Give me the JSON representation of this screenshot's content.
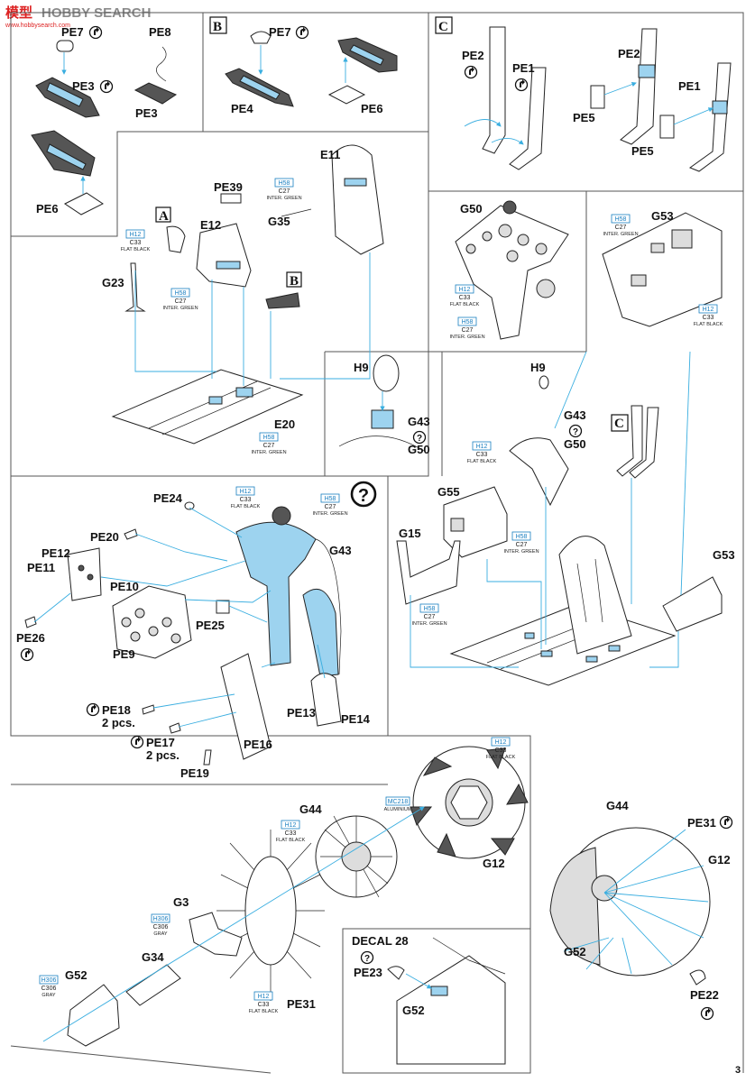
{
  "watermark": {
    "cn": "模型",
    "en": "HOBBY SEARCH",
    "url": "www.hobbysearch.com"
  },
  "page_number": "3",
  "step_markers": {
    "a": "A",
    "b": "B",
    "c": "C",
    "question": "?"
  },
  "part_labels": {
    "pe1": "PE1",
    "pe2": "PE2",
    "pe3": "PE3",
    "pe4": "PE4",
    "pe5": "PE5",
    "pe6": "PE6",
    "pe7": "PE7",
    "pe8": "PE8",
    "pe9": "PE9",
    "pe10": "PE10",
    "pe11": "PE11",
    "pe12": "PE12",
    "pe13": "PE13",
    "pe14": "PE14",
    "pe16": "PE16",
    "pe17": "PE17",
    "pe18": "PE18",
    "pe19": "PE19",
    "pe20": "PE20",
    "pe22": "PE22",
    "pe23": "PE23",
    "pe24": "PE24",
    "pe25": "PE25",
    "pe26": "PE26",
    "pe31": "PE31",
    "pe39": "PE39",
    "e11": "E11",
    "e12": "E12",
    "e20": "E20",
    "g3": "G3",
    "g12": "G12",
    "g15": "G15",
    "g23": "G23",
    "g34": "G34",
    "g35": "G35",
    "g43": "G43",
    "g44": "G44",
    "g50": "G50",
    "g52": "G52",
    "g53": "G53",
    "g55": "G55",
    "h9": "H9",
    "decal28": "DECAL 28",
    "two_pcs": "2 pcs."
  },
  "colors": {
    "h12": {
      "code": "H12",
      "c": "C33",
      "name": "FLAT BLACK"
    },
    "h58": {
      "code": "H58",
      "c": "C27",
      "name": "INTER. GREEN"
    },
    "h306": {
      "code": "H306",
      "c": "C306",
      "name": "GRAY"
    },
    "mc218": {
      "code": "MC218",
      "name": "ALUMINIUM"
    }
  },
  "palette": {
    "callout_blue": "#1a7fc0",
    "guide_blue": "#3aaee0",
    "highlight_blue": "#9dd3ef",
    "watermark_red": "#dd2222"
  }
}
